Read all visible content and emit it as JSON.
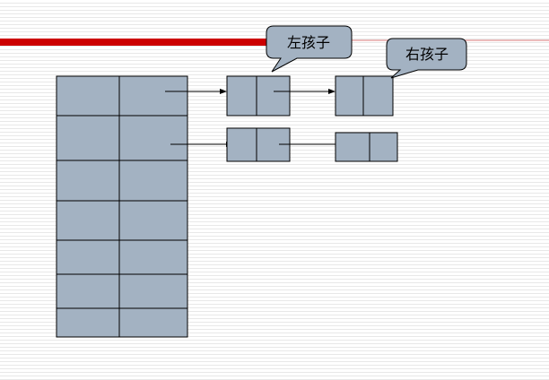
{
  "slide": {
    "background": "#ffffff",
    "stripe_color": "#e8e8e8",
    "accent_bar_color": "#cc0000",
    "accent_line_color": "#d97a7a",
    "node_fill": "#a3b2c2",
    "node_stroke": "#000000"
  },
  "diagram": {
    "table": {
      "rows": 7,
      "cols": 2
    },
    "callouts": {
      "left": {
        "text": "左孩子",
        "fill": "#a3b2c2"
      },
      "right": {
        "text": "右孩子",
        "fill": "#a3b2c2"
      }
    }
  }
}
